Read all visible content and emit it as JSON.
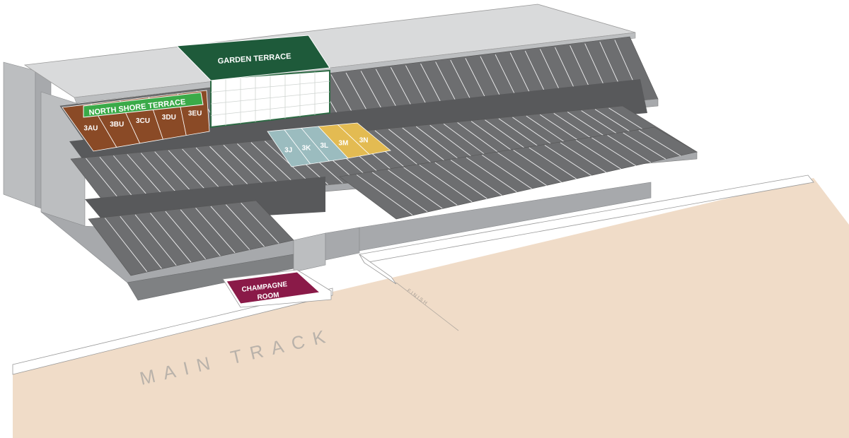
{
  "venues": {
    "garden_terrace": {
      "label": "GARDEN TERRACE",
      "color": "#1e5a3a"
    },
    "north_shore_terrace": {
      "label": "NORTH SHORE TERRACE",
      "color": "#3aaa48"
    },
    "champagne_room": {
      "line1": "CHAMPAGNE",
      "line2": "ROOM",
      "color": "#8a1a48"
    }
  },
  "sections": {
    "upper_terrace": {
      "color": "#8a4a26",
      "items": [
        "3AU",
        "3BU",
        "3CU",
        "3DU",
        "3EU"
      ]
    },
    "teal": {
      "color": "#9bbcbf",
      "items": [
        "3J",
        "3K",
        "3L"
      ]
    },
    "gold": {
      "color": "#e3bb52",
      "items": [
        "3M",
        "3N"
      ]
    }
  },
  "track": {
    "label": "MAIN TRACK",
    "finish_label": "FINISH",
    "color": "#f0dcc8"
  },
  "colors": {
    "seat_dark": "#6d6e70",
    "structure": "#a7a9ac",
    "roof": "#d9dadb"
  }
}
